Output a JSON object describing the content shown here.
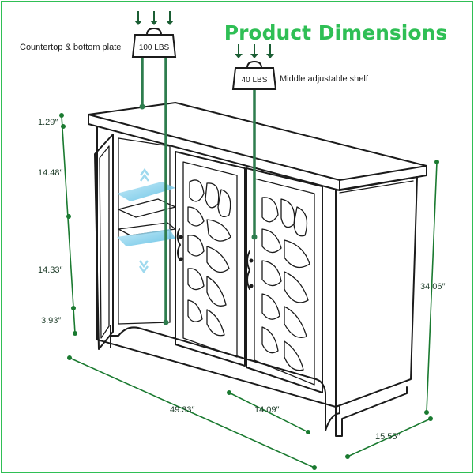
{
  "title": "Product Dimensions",
  "colors": {
    "accent": "#2fbf55",
    "dimension": "#1a7a30",
    "highlight": "#2e7d4e",
    "frame": "#2fbf55",
    "shelf": "#7ed3f2"
  },
  "loads": [
    {
      "caption": "Countertop & bottom plate",
      "weight": "100 LBS"
    },
    {
      "caption": "Middle adjustable shelf",
      "weight": "40 LBS"
    }
  ],
  "dimensions": {
    "top_thickness": "1.29″",
    "upper_shelf_gap": "14.48″",
    "lower_shelf_gap": "14.33″",
    "base_height": "3.93″",
    "overall_height": "34.06″",
    "overall_width": "49.33″",
    "door_width": "14.09″",
    "depth": "15.55″"
  }
}
